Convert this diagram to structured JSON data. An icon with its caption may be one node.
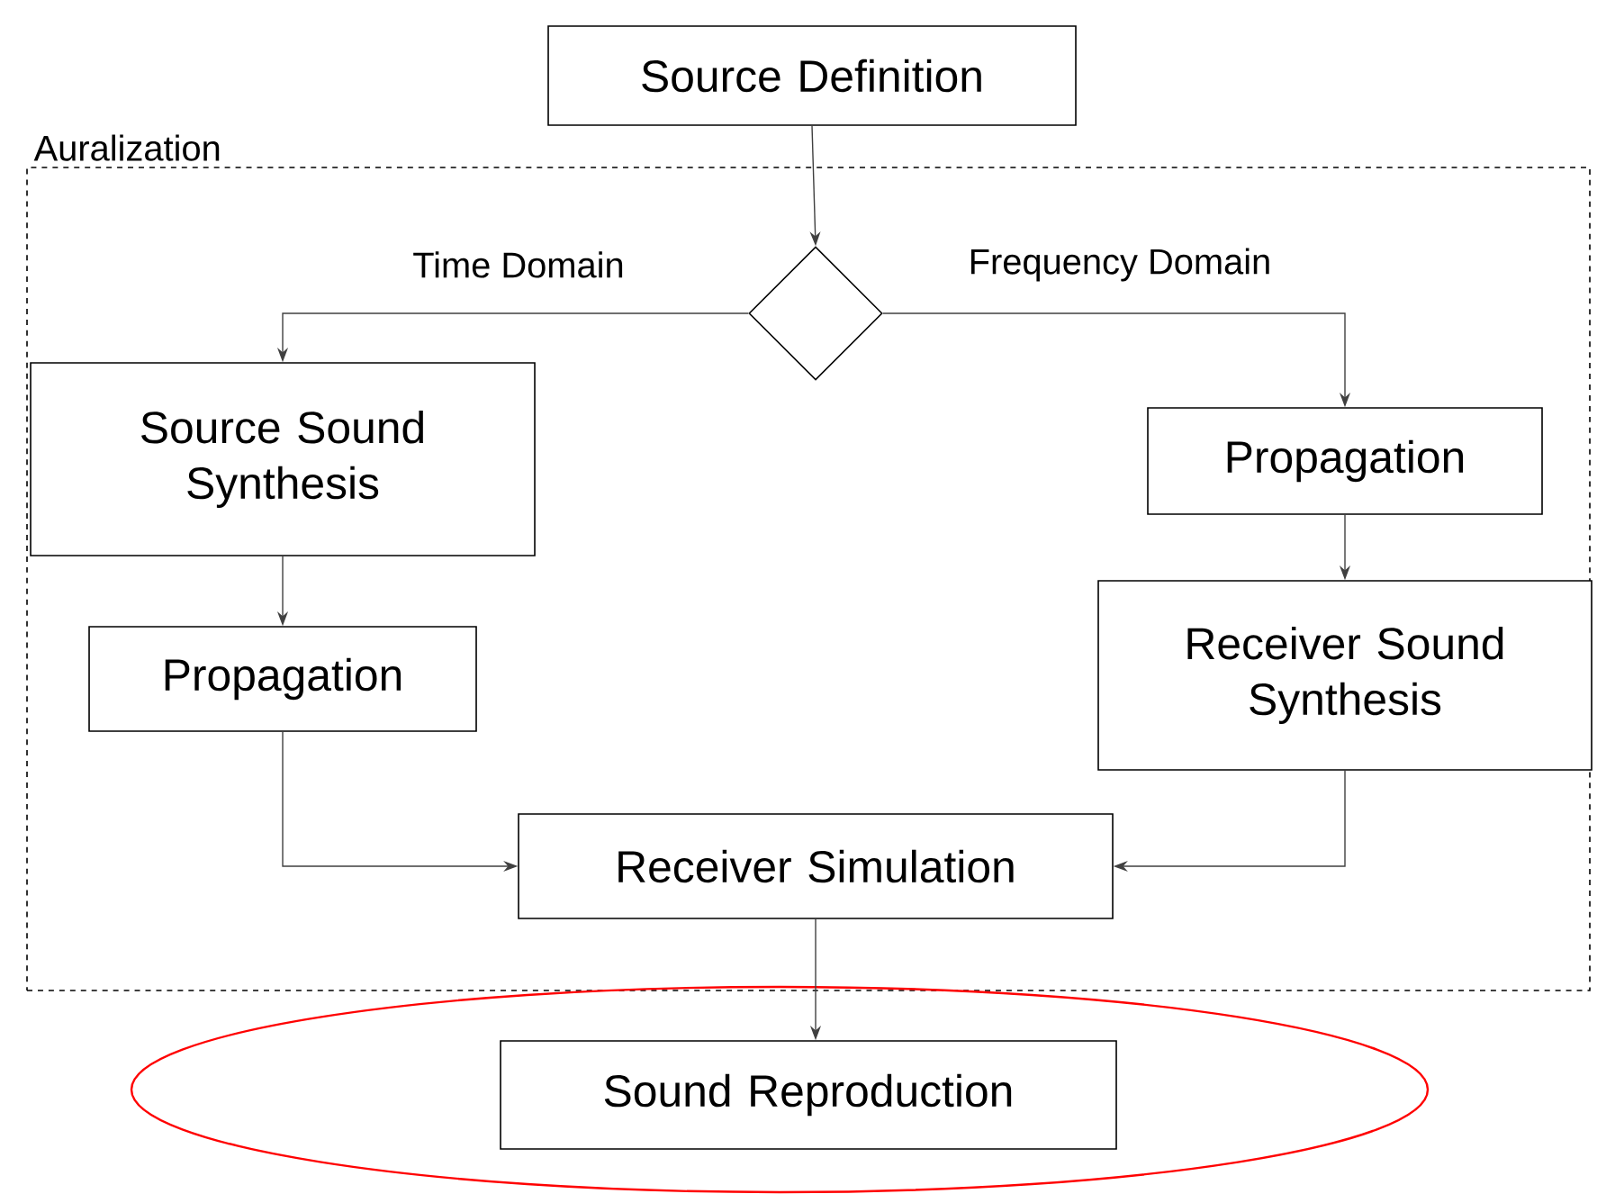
{
  "diagram": {
    "nodes": [
      {
        "text": [
          "Source Definition"
        ]
      },
      {
        "text": [
          "Auralization"
        ]
      },
      {
        "text": [],
        "shape": "diamond",
        "in": 1
      },
      {
        "text": [
          "Source Sound Synthesis"
        ],
        "in": 1
      },
      {
        "text": [
          "Propagation"
        ],
        "in": 1
      },
      {
        "text": [
          "Propagation"
        ],
        "in": 1
      },
      {
        "text": [
          "Receiver Sound Synthesis"
        ],
        "in": 1
      },
      {
        "text": [
          "Receiver Simulation"
        ],
        "in": 1
      },
      {
        "text": [],
        "shape": "ellipse"
      },
      {
        "text": [
          "Sound Reproduction"
        ],
        "in": 8
      }
    ],
    "edges": [
      {
        "from": 0,
        "to": 2,
        "arrow": "to"
      },
      {
        "from": 2,
        "to": 3,
        "arrow": "to",
        "label": "Time Domain"
      },
      {
        "from": 2,
        "to": 5,
        "arrow": "to",
        "label": "Frequency Domain"
      },
      {
        "from": 3,
        "to": 4,
        "arrow": "to"
      },
      {
        "from": 5,
        "to": 6,
        "arrow": "to"
      },
      {
        "from": 4,
        "to": 7,
        "arrow": "to"
      },
      {
        "from": 6,
        "to": 7,
        "arrow": "to"
      },
      {
        "from": 7,
        "to": 9,
        "arrow": "to"
      }
    ]
  }
}
